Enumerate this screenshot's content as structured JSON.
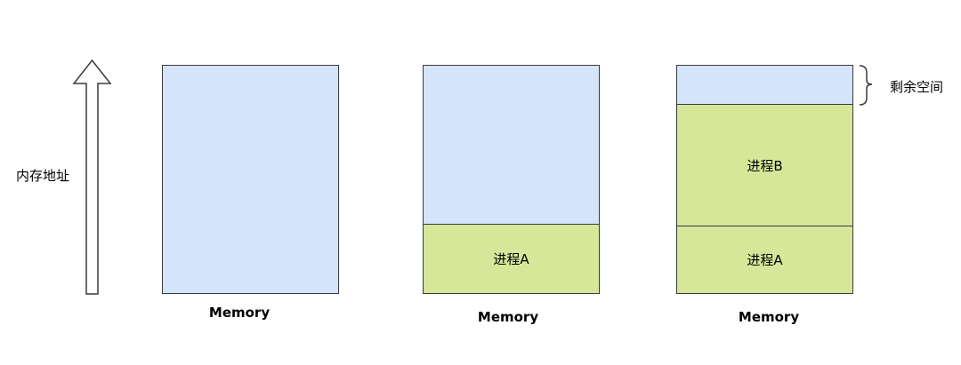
{
  "axis": {
    "label": "内存地址"
  },
  "diagrams": [
    {
      "caption": "Memory"
    },
    {
      "caption": "Memory",
      "process_a": "进程A"
    },
    {
      "caption": "Memory",
      "process_a": "进程A",
      "process_b": "进程B",
      "free_label": "剩余空间"
    }
  ],
  "colors": {
    "free": "#d4e4fb",
    "process": "#d6e79a",
    "border": "#3a3a3a"
  }
}
